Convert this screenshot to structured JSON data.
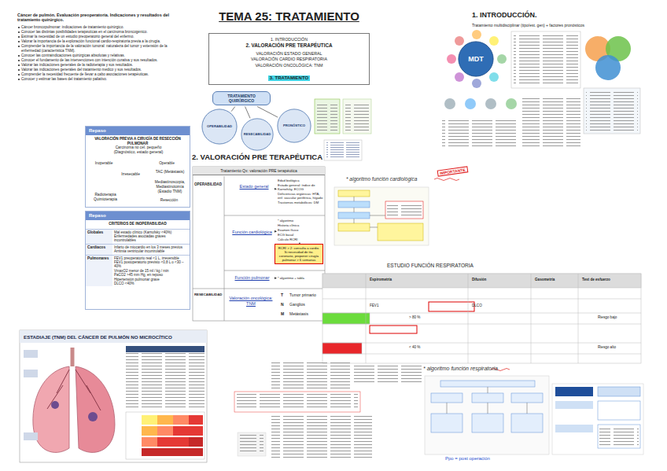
{
  "diagram": {
    "title": "TEMA 25: TRATAMIENTO",
    "nodes": [
      {
        "text": [
          "Cáncer de pulmón. Evaluación preoperatoria. Indicaciones y resultados del tratamiento quirúrgico.",
          "Cáncer broncopulmonar: indicaciones de tratamiento quirúrgico.",
          "Conocer las distintas posibilidades terapéuticas en el carcinoma broncogénico.",
          "Estimar la necesidad de un estudio preoperatorio general del enfermo.",
          "Valorar la importancia de la exploración funcional cardio-respiratoria previa a la cirugía.",
          "Comprender la importancia de la valoración tumoral: naturaleza del tumor y extensión de la enfermedad (característica TNM).",
          "Conocer las contraindicaciones quirúrgicas absolutas y relativas.",
          "Conocer el fundamento de las intervenciones con intención curativa y sus resultados.",
          "Valorar las indicaciones generales de la radioterapia y sus resultados.",
          "Valorar las indicaciones generales del tratamiento médico y sus resultados.",
          "Comprender la necesidad frecuente de llevar a cabo asociaciones terapéuticas.",
          "Conocer y estimar las bases del tratamiento paliativo."
        ]
      },
      {
        "text": [
          "Repaso",
          "VALORACIÓN PREVIA A CIRUGÍA DE RESECCIÓN PULMONAR"
        ]
      },
      {
        "text": [
          "Carcinoma no cél. pequeño (Diagnóstico, estado general)"
        ],
        "in": 1
      },
      {
        "text": [
          "Inoperable"
        ],
        "in": 1
      },
      {
        "text": [
          "Operable"
        ],
        "in": 1
      },
      {
        "text": [
          "TAC (Metástasis)"
        ],
        "in": 1
      },
      {
        "text": [
          "Irresecable"
        ],
        "in": 1
      },
      {
        "text": [
          "Mediastinoscopia, Mediastinotomía (Estadio TNM)"
        ],
        "in": 1
      },
      {
        "text": [
          "Radioterapia Quimioterapia"
        ],
        "in": 1
      },
      {
        "text": [
          "Resección"
        ],
        "in": 1
      },
      {
        "text": [
          "Repaso",
          "CRITERIOS DE INOPERABILIDAD"
        ]
      },
      {
        "text": [
          "1. INTRODUCCIÓN",
          "2. VALORACIÓN PRE TERAPÉUTICA",
          "VALORACIÓN ESTADO GENERAL",
          "VALORACIÓN CARDIO RESPIRATORIA",
          "VALORACIÓN ONCOLÓGICA: TNM",
          "3. TRATAMIENTO"
        ]
      },
      {
        "text": [
          "TRATAMIENTO QUIRÚRGICO"
        ]
      },
      {
        "text": [
          "OPERABILIDAD"
        ]
      },
      {
        "text": [
          "RESECABILIDAD"
        ]
      },
      {
        "text": [
          "PRONÓSTICO"
        ]
      },
      {
        "text": [
          "Tratamiento Qx: valoración PRE terapéutica"
        ]
      },
      {
        "text": [
          "Estado general"
        ],
        "in": 16
      },
      {
        "text": [
          "Edad biológica",
          "Estado general: índice de Karnofsky, ECOG",
          "Deficiencias orgánicas: HTA, enf. vascular periférica, hígado",
          "Trastornos metabólicos: DM"
        ],
        "in": 16
      },
      {
        "text": [
          "Función cardiológica"
        ],
        "in": 16
      },
      {
        "text": [
          "* algoritmo",
          "Historia clínica",
          "Examen físico",
          "ECG basal",
          "Cálculo RCRI"
        ],
        "in": 16
      },
      {
        "text": [
          "RCRI > 2: consulta a cardio. Si necesidad de tto. coronario, proponer cirugía pulmonar > 6 semanas"
        ],
        "in": 16
      },
      {
        "text": [
          "Función pulmonar"
        ],
        "in": 16
      },
      {
        "text": [
          "* algoritmo + tabla"
        ],
        "in": 16
      },
      {
        "text": [
          "Valoración oncológica: TNM"
        ],
        "in": 16
      },
      {
        "text": [
          "MDT"
        ]
      }
    ],
    "edges": [
      {
        "from": 2,
        "to": 3,
        "arrow": "to"
      },
      {
        "from": 2,
        "to": 4,
        "arrow": "to"
      },
      {
        "from": 4,
        "to": 5,
        "arrow": "to"
      },
      {
        "from": 5,
        "to": 6,
        "arrow": "to"
      },
      {
        "from": 5,
        "to": 7,
        "arrow": "to"
      },
      {
        "from": 7,
        "to": 6,
        "arrow": "to"
      },
      {
        "from": 7,
        "to": 9,
        "arrow": "to"
      },
      {
        "from": 3,
        "to": 8,
        "arrow": "to"
      },
      {
        "from": 6,
        "to": 8,
        "arrow": "to"
      },
      {
        "from": 12,
        "to": 13,
        "arrow": "none"
      },
      {
        "from": 12,
        "to": 14,
        "arrow": "none"
      },
      {
        "from": 12,
        "to": 15,
        "arrow": "none"
      },
      {
        "from": 17,
        "to": 18,
        "arrow": "to"
      },
      {
        "from": 19,
        "to": 20,
        "arrow": "to"
      },
      {
        "from": 20,
        "to": 21,
        "arrow": "to"
      },
      {
        "from": 22,
        "to": 23,
        "arrow": "to"
      }
    ],
    "labels": [
      "1. INTRODUCCIÓN.",
      "Tratamiento multidisciplinar (tipo/est. gen) + factores pronósticos",
      "2. VALORACIÓN PRE TERAPÉUTICA",
      "OPERABILIDAD",
      "RESECABILIDAD",
      "T",
      "Tumor primario",
      "N",
      "Ganglios",
      "M",
      "Metástasis",
      "* algoritmo función cardiológica",
      "IMPORTANTE",
      "ESTUDIO FUNCIÓN RESPIRATORIA",
      "* algoritmo función respiratoria",
      "Ppo = post operación",
      "ESTADIAJE (TNM) DEL CÁNCER DE PULMÓN NO MICROCÍTICO",
      "Globales",
      "Mal estado clínico (Karnofsky <40%)",
      "Enfermedades asociadas graves incontrolables",
      "Cardiacos",
      "Infarto de miocardio en los 3 meses previos",
      "Arritmia ventricular incontrolable",
      "Pulmonares",
      "FEV1 preoperatorio real <1 L, irreversible",
      "FEV1 postoperatorio previsto <0,8 L o <30 – 40%",
      "VmaxO2 menor de 15 ml / kg / min",
      "PaCO2 >45 mm Hg, en reposo",
      "Hipertensión pulmonar grave",
      "DLCO <40%",
      "Espirometría",
      "Difusión",
      "Gasometría",
      "Test de esfuerzo",
      "FEV1",
      "DLCO",
      "> 80 %",
      "< 40 %",
      "Riesgo bajo",
      "Riesgo alto"
    ]
  }
}
